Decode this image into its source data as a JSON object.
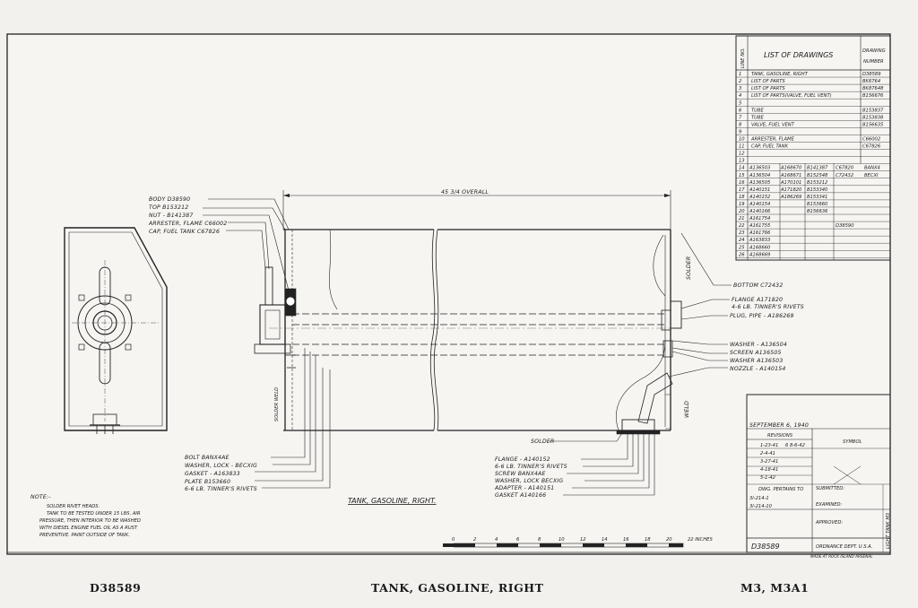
{
  "sheet_footer": {
    "drawing_number": "D38589",
    "title": "TANK, GASOLINE, RIGHT",
    "model": "M3, M3A1"
  },
  "drawing_list": {
    "col_line": "LINE NO.",
    "col_list": "LIST OF DRAWINGS",
    "col_drawing_1": "DRAWING",
    "col_drawing_2": "NUMBER",
    "rows": [
      {
        "no": "1",
        "name": "TANK, GASOLINE, RIGHT",
        "num": "D38589"
      },
      {
        "no": "2",
        "name": "LIST OF PARTS",
        "num": "BK6764"
      },
      {
        "no": "3",
        "name": "LIST OF PARTS",
        "num": "BK87648"
      },
      {
        "no": "4",
        "name": "LIST OF PARTS(VALVE, FUEL VENT)",
        "num": "B156676"
      },
      {
        "no": "5",
        "name": "",
        "num": ""
      },
      {
        "no": "6",
        "name": "TUBE",
        "num": "B153837"
      },
      {
        "no": "7",
        "name": "TUBE",
        "num": "B153838"
      },
      {
        "no": "8",
        "name": "VALVE, FUEL VENT",
        "num": "B156635"
      },
      {
        "no": "9",
        "name": "",
        "num": ""
      },
      {
        "no": "10",
        "name": "ARRESTER, FLAME",
        "num": "C66002"
      },
      {
        "no": "11",
        "name": "CAP, FUEL TANK",
        "num": "C67826"
      },
      {
        "no": "12",
        "name": "",
        "num": ""
      },
      {
        "no": "13",
        "name": "",
        "num": ""
      }
    ],
    "grid_rows": [
      {
        "no": "14",
        "c1": "A136503",
        "c2": "A168670",
        "c3": "B141387",
        "c4": "C67820",
        "c5": "BANX4"
      },
      {
        "no": "15",
        "c1": "A136504",
        "c2": "A168671",
        "c3": "B152548",
        "c4": "C72432",
        "c5": "BECXI"
      },
      {
        "no": "16",
        "c1": "A136505",
        "c2": "A170101",
        "c3": "B153212",
        "c4": "",
        "c5": ""
      },
      {
        "no": "17",
        "c1": "A140151",
        "c2": "A171820",
        "c3": "B153340",
        "c4": "",
        "c5": ""
      },
      {
        "no": "18",
        "c1": "A140152",
        "c2": "A186269",
        "c3": "B153341",
        "c4": "",
        "c5": ""
      },
      {
        "no": "19",
        "c1": "A140154",
        "c2": "",
        "c3": "B153660",
        "c4": "",
        "c5": ""
      },
      {
        "no": "20",
        "c1": "A140166",
        "c2": "",
        "c3": "B156636",
        "c4": "",
        "c5": ""
      },
      {
        "no": "21",
        "c1": "A161754",
        "c2": "",
        "c3": "",
        "c4": "",
        "c5": ""
      },
      {
        "no": "22",
        "c1": "A161755",
        "c2": "",
        "c3": "",
        "c4": "D38590",
        "c5": ""
      },
      {
        "no": "23",
        "c1": "A161766",
        "c2": "",
        "c3": "",
        "c4": "",
        "c5": ""
      },
      {
        "no": "24",
        "c1": "A163833",
        "c2": "",
        "c3": "",
        "c4": "",
        "c5": ""
      },
      {
        "no": "25",
        "c1": "A168660",
        "c2": "",
        "c3": "",
        "c4": "",
        "c5": ""
      },
      {
        "no": "26",
        "c1": "A168669",
        "c2": "",
        "c3": "",
        "c4": "",
        "c5": ""
      }
    ]
  },
  "callouts_top_left": [
    "BODY  D38590",
    "TOP  B153212",
    "NUT - B141387",
    "ARRESTER, FLAME  C66002",
    "CAP, FUEL TANK  C67826"
  ],
  "callouts_bottom_left": [
    "BOLT  BANX4AE",
    "WASHER, LOCK - BECXIG",
    "GASKET - A163833",
    "PLATE  B153660",
    "6-6 LB. TINNER'S RIVETS"
  ],
  "callouts_bottom_mid": [
    "FLANGE - A140152",
    "6-6 LB. TINNER'S RIVETS",
    "SCREW  BANX4AE",
    "WASHER, LOCK  BECXIG",
    "ADAPTER - A140151",
    "GASKET  A140166"
  ],
  "callouts_right": {
    "bottom": "BOTTOM  C72432",
    "flange": "FLANGE  A171820",
    "flange_rivets": "4-6 LB. TINNER'S RIVETS",
    "plug": "PLUG, PIPE - A186269",
    "washer1": "WASHER - A136504",
    "screen": "SCREEN  A136505",
    "washer2": "WASHER  A136503",
    "nozzle": "NOZZLE - A140154"
  },
  "labels": {
    "overall": "45 3/4  OVERALL",
    "solder_top": "SOLDER",
    "solder_weld": "SOLDER WELD",
    "weld": "WELD",
    "solder_bottom": "SOLDER",
    "view_title": "TANK, GASOLINE, RIGHT."
  },
  "note": {
    "heading": "NOTE:-",
    "lines": [
      "SOLDER RIVET HEADS.",
      "TANK TO BE TESTED UNDER 15 LBS. AIR",
      "PRESSURE, THEN INTERIOR TO BE WASHED",
      "WITH DIESEL ENGINE FUEL OIL AS A RUST",
      "PREVENTIVE. PAINT OUTSIDE OF TANK."
    ]
  },
  "scale": {
    "ticks": [
      "0",
      "2",
      "4",
      "6",
      "8",
      "10",
      "12",
      "14",
      "16",
      "18",
      "20",
      "22 INCHES"
    ]
  },
  "title_block": {
    "date": "SEPTEMBER 6, 1940",
    "revisions": "REVISIONS",
    "symbol": "SYMBOL",
    "rev_rows": [
      "1-23-41",
      "2-4-41",
      "3-27-41",
      "4-18-41",
      "5-1-42"
    ],
    "rev_extra": "6  8-6-42",
    "dwg_pertains": "DWG. PERTAINS TO",
    "pertains_1": "3l-214-1",
    "pertains_2": "3l-214-10",
    "submitted": "SUBMITTED:",
    "examined": "EXAMINED:",
    "approved": "APPROVED:",
    "drawing_number": "D38589",
    "ordnance": "ORDNANCE DEPT. U.S.A.",
    "arsenal": "MADE AT ROCK ISLAND ARSENAL",
    "side_label": "LIGHT TANK M3"
  }
}
